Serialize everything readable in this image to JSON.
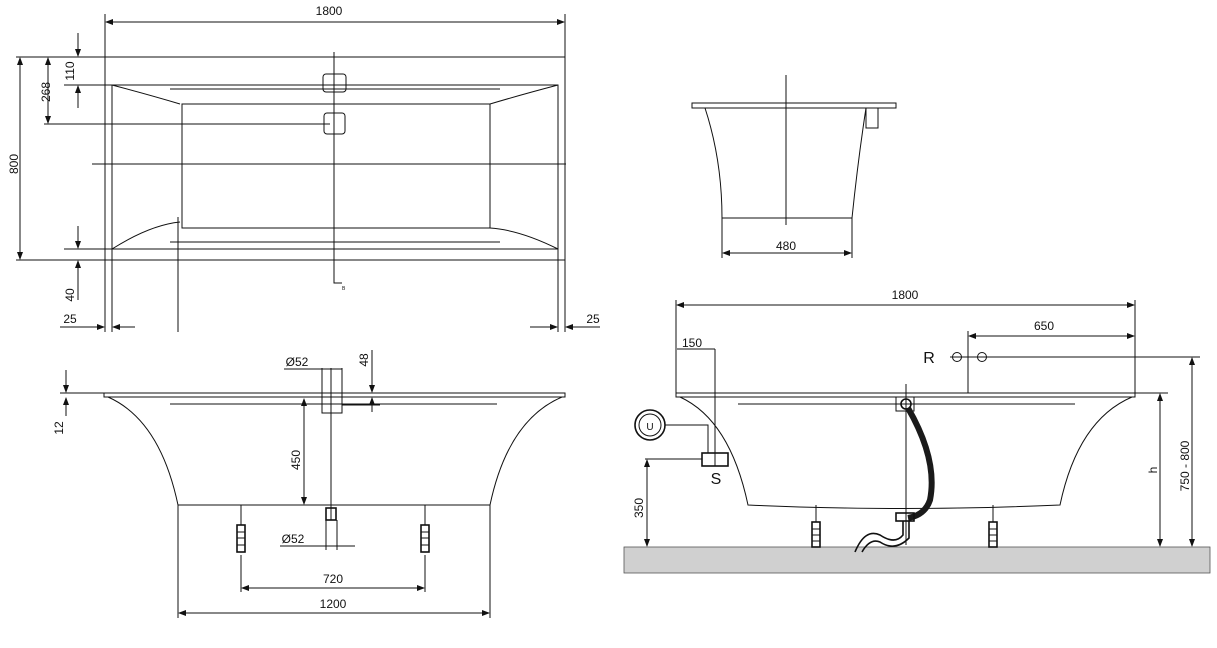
{
  "top_view": {
    "length": "1800",
    "width": "800",
    "overflow_offset": "268",
    "rim_top": "110",
    "rim_bottom": "40",
    "side_left": "25",
    "side_right": "25",
    "section_mark": "B"
  },
  "end_view": {
    "depth_width": "480"
  },
  "front_view_left": {
    "overflow_diameter": "Ø52",
    "overflow_height": "48",
    "rim_thickness": "12",
    "depth": "450",
    "drain_diameter": "Ø52",
    "feet_spacing": "720",
    "base_length": "1200"
  },
  "front_view_right": {
    "length": "1800",
    "tap_offset": "650",
    "tap_label": "R",
    "supply_offset": "150",
    "supply_label": "S",
    "mixer_label": "U",
    "supply_height": "350",
    "rim_height": "h",
    "total_height": "750 - 800"
  },
  "colors": {
    "line": "#111111",
    "floor": "#d0d0d0",
    "hose": "#1a1a1a"
  }
}
